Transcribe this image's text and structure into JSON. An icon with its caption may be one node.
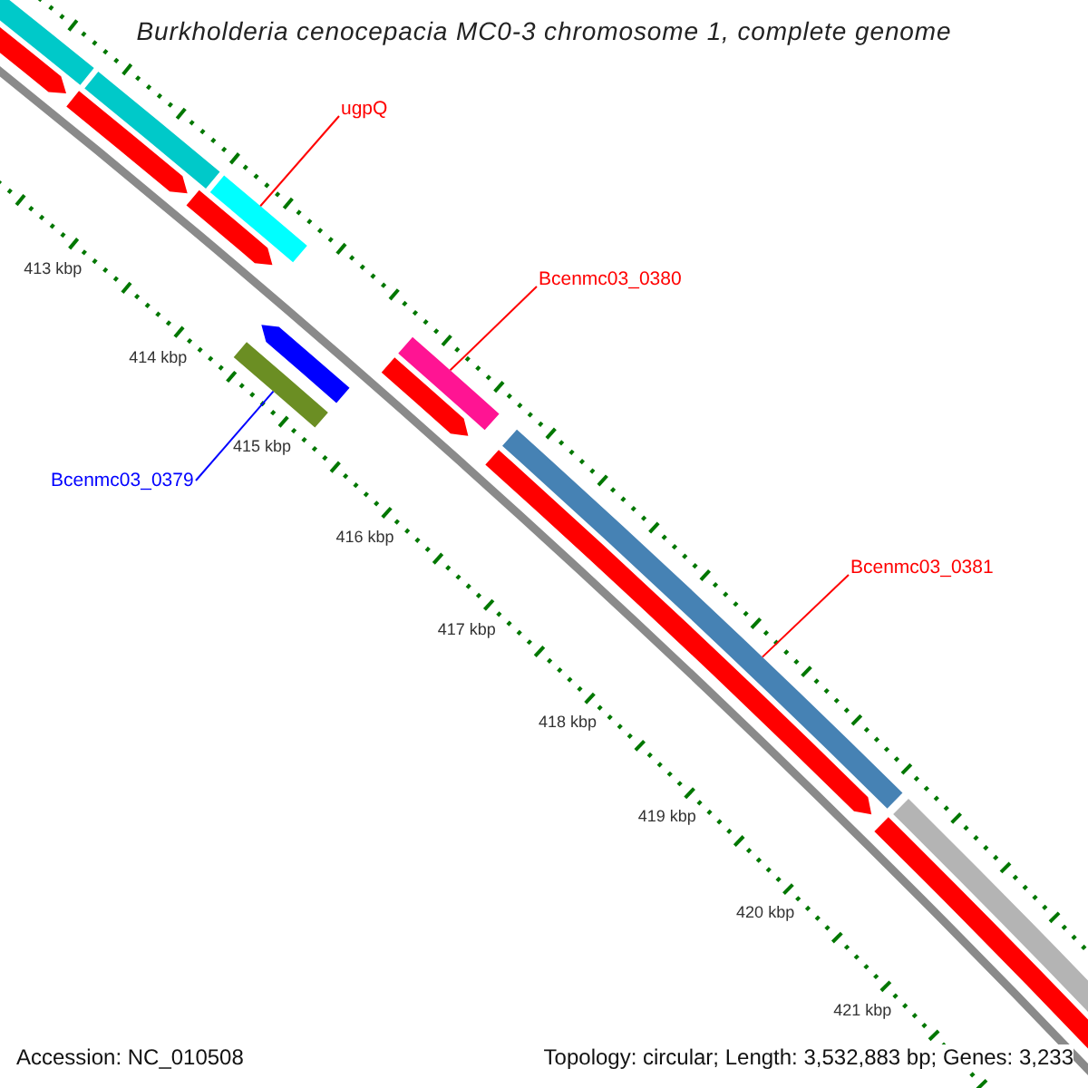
{
  "diagram": {
    "title": "Burkholderia cenocepacia MC0-3 chromosome 1, complete genome",
    "nodes": [
      {
        "text": [
          "ugpQ"
        ]
      },
      {
        "text": [],
        "shape": "bar"
      },
      {
        "text": [
          "Bcenmc03_0380"
        ]
      },
      {
        "text": [],
        "shape": "bar"
      },
      {
        "text": [
          "Bcenmc03_0379"
        ]
      },
      {
        "text": [],
        "shape": "bar"
      },
      {
        "text": [
          "Bcenmc03_0381"
        ]
      },
      {
        "text": [],
        "shape": "bar"
      }
    ],
    "edges": [
      {
        "from": 0,
        "to": 1,
        "arrow": "none"
      },
      {
        "from": 2,
        "to": 3,
        "arrow": "none"
      },
      {
        "from": 4,
        "to": 5,
        "arrow": "none",
        "color": "#0000ff"
      },
      {
        "from": 6,
        "to": 7,
        "arrow": "none"
      }
    ],
    "labels": [
      "413 kbp",
      "414 kbp",
      "415 kbp",
      "416 kbp",
      "417 kbp",
      "418 kbp",
      "419 kbp",
      "420 kbp",
      "421 kbp",
      "Accession: NC_010508",
      "Topology: circular; Length: 3,532,883 bp; Genes: 3,233"
    ]
  }
}
